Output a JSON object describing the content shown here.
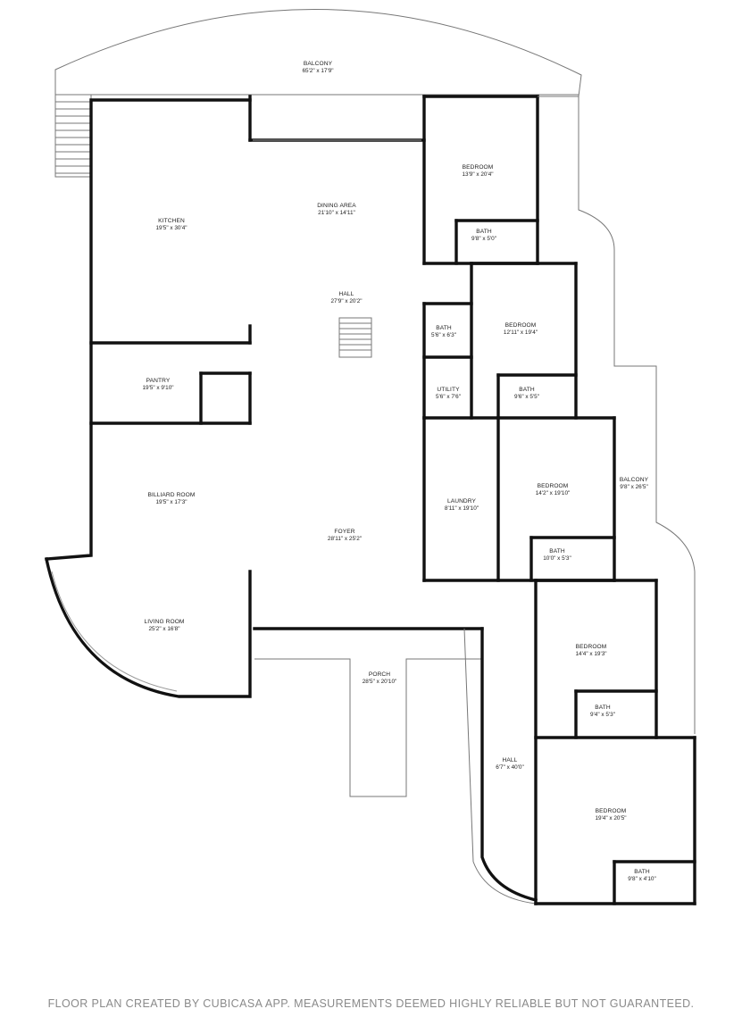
{
  "rooms": {
    "balcony_top": {
      "name": "BALCONY",
      "dims": "65'2\" x 17'9\""
    },
    "kitchen": {
      "name": "KITCHEN",
      "dims": "19'5\" x 30'4\""
    },
    "dining": {
      "name": "DINING AREA",
      "dims": "21'10\" x 14'11\""
    },
    "bedroom1": {
      "name": "BEDROOM",
      "dims": "13'9\" x 20'4\""
    },
    "bath1": {
      "name": "BATH",
      "dims": "9'8\" x 5'0\""
    },
    "hall1": {
      "name": "HALL",
      "dims": "27'9\" x 20'2\""
    },
    "bath2": {
      "name": "BATH",
      "dims": "5'6\" x 6'3\""
    },
    "bedroom2": {
      "name": "BEDROOM",
      "dims": "12'11\" x 19'4\""
    },
    "utility": {
      "name": "UTILITY",
      "dims": "5'6\" x 7'6\""
    },
    "bath3": {
      "name": "BATH",
      "dims": "9'6\" x 5'5\""
    },
    "pantry": {
      "name": "PANTRY",
      "dims": "19'5\" x 9'10\""
    },
    "billiard": {
      "name": "BILLIARD ROOM",
      "dims": "19'5\" x 17'3\""
    },
    "laundry": {
      "name": "LAUNDRY",
      "dims": "8'11\" x 19'10\""
    },
    "bedroom3": {
      "name": "BEDROOM",
      "dims": "14'2\" x 19'10\""
    },
    "balcony_side": {
      "name": "BALCONY",
      "dims": "9'8\" x 26'5\""
    },
    "foyer": {
      "name": "FOYER",
      "dims": "28'11\" x 25'2\""
    },
    "bath4": {
      "name": "BATH",
      "dims": "10'0\" x 5'3\""
    },
    "living": {
      "name": "LIVING ROOM",
      "dims": "25'2\" x 16'8\""
    },
    "bedroom4": {
      "name": "BEDROOM",
      "dims": "14'4\" x 19'3\""
    },
    "porch": {
      "name": "PORCH",
      "dims": "28'5\" x 20'10\""
    },
    "bath5": {
      "name": "BATH",
      "dims": "9'4\" x 5'3\""
    },
    "hall2": {
      "name": "HALL",
      "dims": "6'7\" x 40'0\""
    },
    "bedroom5": {
      "name": "BEDROOM",
      "dims": "19'4\" x 20'5\""
    },
    "bath6": {
      "name": "BATH",
      "dims": "9'8\" x 4'10\""
    }
  },
  "footer": {
    "text": "FLOOR PLAN CREATED BY CUBICASA APP. MEASUREMENTS DEEMED HIGHLY RELIABLE BUT NOT GUARANTEED."
  }
}
